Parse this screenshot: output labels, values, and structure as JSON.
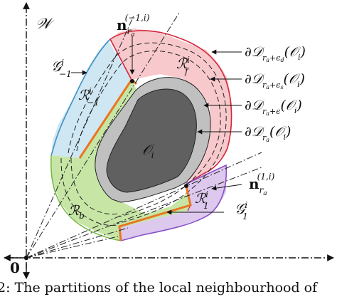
{
  "figure": {
    "workspace_label": "𝒲",
    "origin_label": "0",
    "obstacle_label": "𝒪",
    "obstacle_sub": "i",
    "normal_top": {
      "base": "n",
      "sub": "r",
      "subsub": "a",
      "sup": "(−1,i)"
    },
    "normal_bottom": {
      "base": "n",
      "sub": "r",
      "subsub": "a",
      "sup": "(1,i)"
    },
    "gate_minus": {
      "base": "𝒢",
      "sup": "i",
      "sub": "−1"
    },
    "gate_plus": {
      "base": "𝒢",
      "sup": "i",
      "sub": "1"
    },
    "region_minus": {
      "base": "ℛ",
      "sup": "i",
      "sub": "−1"
    },
    "region_f": {
      "base": "ℛ",
      "sup": "i",
      "sub": "f"
    },
    "region_b": {
      "base": "ℛ",
      "sub": "b"
    },
    "region_one": {
      "base": "ℛ",
      "sup": "i",
      "sub": "1"
    },
    "boundary_labels": [
      {
        "pre": "∂𝒟",
        "sub_r": "r",
        "sub_a": "a",
        "sub_rest": "+ϵ",
        "sub_rest2": "d",
        "post": "(𝒪",
        "post_sub": "i",
        "close": ")"
      },
      {
        "pre": "∂𝒟",
        "sub_r": "r",
        "sub_a": "a",
        "sub_rest": "+ϵ",
        "sub_rest2": "s",
        "post": "(𝒪",
        "post_sub": "i",
        "close": ")"
      },
      {
        "pre": "∂𝒟",
        "sub_r": "r",
        "sub_a": "a",
        "sub_rest": "+ϵ",
        "sub_rest2": "",
        "post": "(𝒪",
        "post_sub": "i",
        "close": ")"
      },
      {
        "pre": "∂𝒟",
        "sub_r": "r",
        "sub_a": "a",
        "sub_rest": "",
        "sub_rest2": "",
        "post": "(𝒪",
        "post_sub": "i",
        "close": ")"
      }
    ],
    "colors": {
      "region_f": "#f7c9cc",
      "region_minus": "#cfe6f3",
      "region_b": "#c7e6a6",
      "region_one": "#ddc8ee",
      "obstacle": "#606060",
      "obstacle_pad": "#c0c0c0",
      "gate": "#e87722",
      "outline_f": "#d2283c",
      "outline_minus": "#3e93c4",
      "outline_b": "#7ab94a",
      "outline_one": "#8a52c8"
    }
  },
  "caption": "2: The partitions of the local neighbourhood of"
}
